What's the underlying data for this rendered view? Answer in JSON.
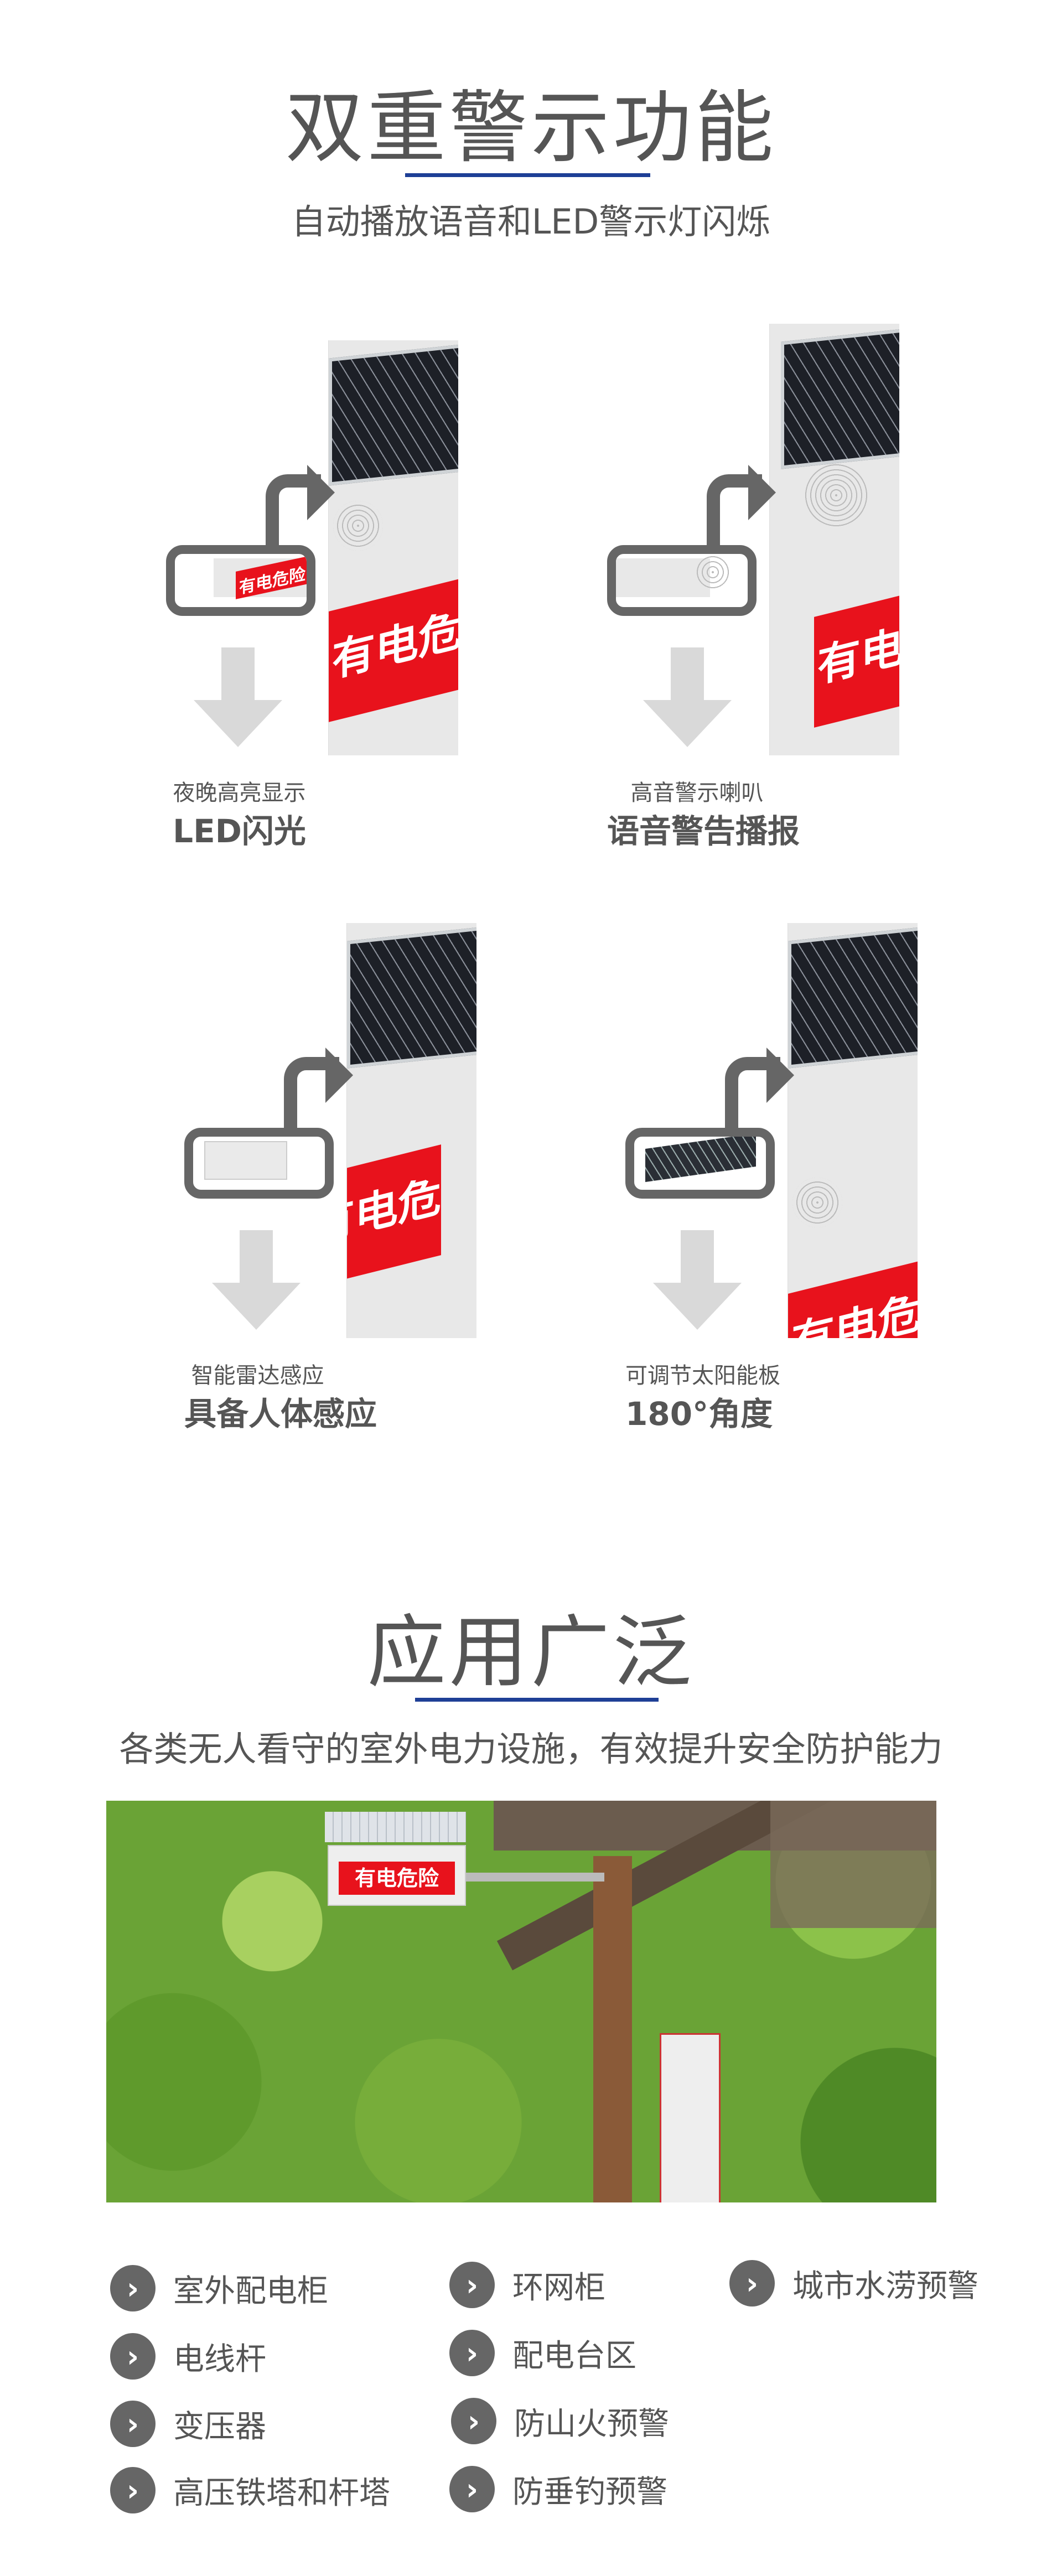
{
  "section1": {
    "title": "双重警示功能",
    "subtitle": "自动播放语音和LED警示灯闪烁",
    "features": [
      {
        "caption": "夜晚高亮显示",
        "label": "LED闪光",
        "sign_text": "有电危险"
      },
      {
        "caption": "高音警示喇叭",
        "label": "语音警告播报",
        "sign_text": "有电危险"
      },
      {
        "caption": "智能雷达感应",
        "label": "具备人体感应",
        "sign_text": "有电危险"
      },
      {
        "caption": "可调节太阳能板",
        "label": "180°角度",
        "sign_text": "有电危险"
      }
    ]
  },
  "section2": {
    "title": "应用广泛",
    "subtitle": "各类无人看守的室外电力设施，有效提升安全防护能力",
    "photo_sign_text": "有电危险",
    "items": [
      "室外配电柜",
      "电线杆",
      "变压器",
      "高压铁塔和杆塔",
      "环网柜",
      "配电台区",
      "防山火预警",
      "防垂钓预警",
      "城市水涝预警"
    ]
  },
  "colors": {
    "accent": "#1e3f96",
    "text": "#555555",
    "sign_red": "#e8121c",
    "icon": "#666666"
  }
}
